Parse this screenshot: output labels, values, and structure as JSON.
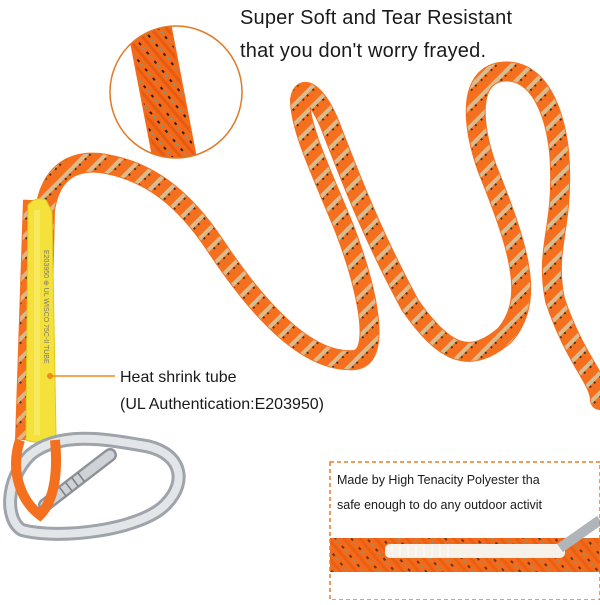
{
  "headline": {
    "line1": "Super Soft and Tear Resistant",
    "line2": "that you don't worry frayed."
  },
  "callout": {
    "line1": "Heat shrink tube",
    "line2": "(UL Authentication:E203950)"
  },
  "inset": {
    "line1": "Made by High Tenacity Polyester tha",
    "line2": "safe enough to do any outdoor activit"
  },
  "tube_text": "E203950 ⊕ UL",
  "colors": {
    "rope": "#f5701e",
    "rope_stripe": "#c9b48a",
    "rope_fleck": "#3a2a20",
    "tube": "#f4e23a",
    "carabiner": "#c8ccd0",
    "callout_line": "#f08a1c",
    "inset_border": "#e57c2a"
  }
}
